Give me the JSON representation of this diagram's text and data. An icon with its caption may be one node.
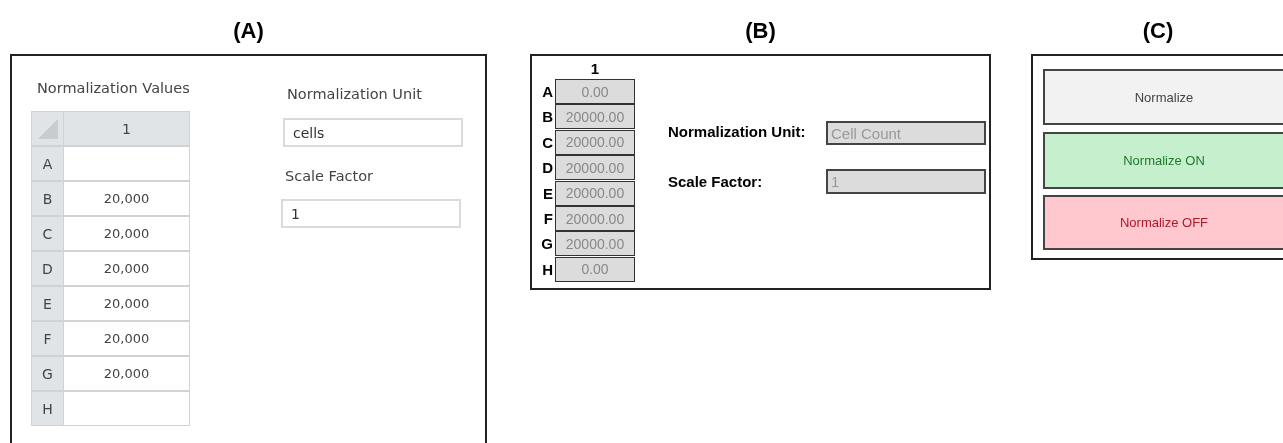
{
  "diagram": {
    "nodes": [
      {
        "text": [
          "(A)"
        ]
      },
      {
        "text": [
          "cells"
        ],
        "in": 0
      },
      {
        "text": [
          "1"
        ],
        "in": 0
      },
      {
        "text": [
          "(B)"
        ]
      },
      {
        "text": [
          "Cell Count"
        ],
        "in": 3
      },
      {
        "text": [
          "1"
        ],
        "in": 3
      },
      {
        "text": [
          "(C)"
        ]
      },
      {
        "text": [
          "Normalize"
        ],
        "in": 6
      },
      {
        "text": [
          "Normalize ON"
        ],
        "in": 6
      },
      {
        "text": [
          "Normalize OFF"
        ],
        "in": 6
      }
    ],
    "labels": [
      "Normalization Values",
      "1",
      "A",
      "B",
      "20,000",
      "C",
      "20,000",
      "D",
      "20,000",
      "E",
      "20,000",
      "F",
      "20,000",
      "G",
      "20,000",
      "H",
      "Normalization Unit",
      "Scale Factor",
      "1",
      "A",
      "0.00",
      "B",
      "20000.00",
      "C",
      "20000.00",
      "D",
      "20000.00",
      "E",
      "20000.00",
      "F",
      "20000.00",
      "G",
      "20000.00",
      "H",
      "0.00",
      "Normalization Unit:",
      "Scale Factor:"
    ]
  }
}
